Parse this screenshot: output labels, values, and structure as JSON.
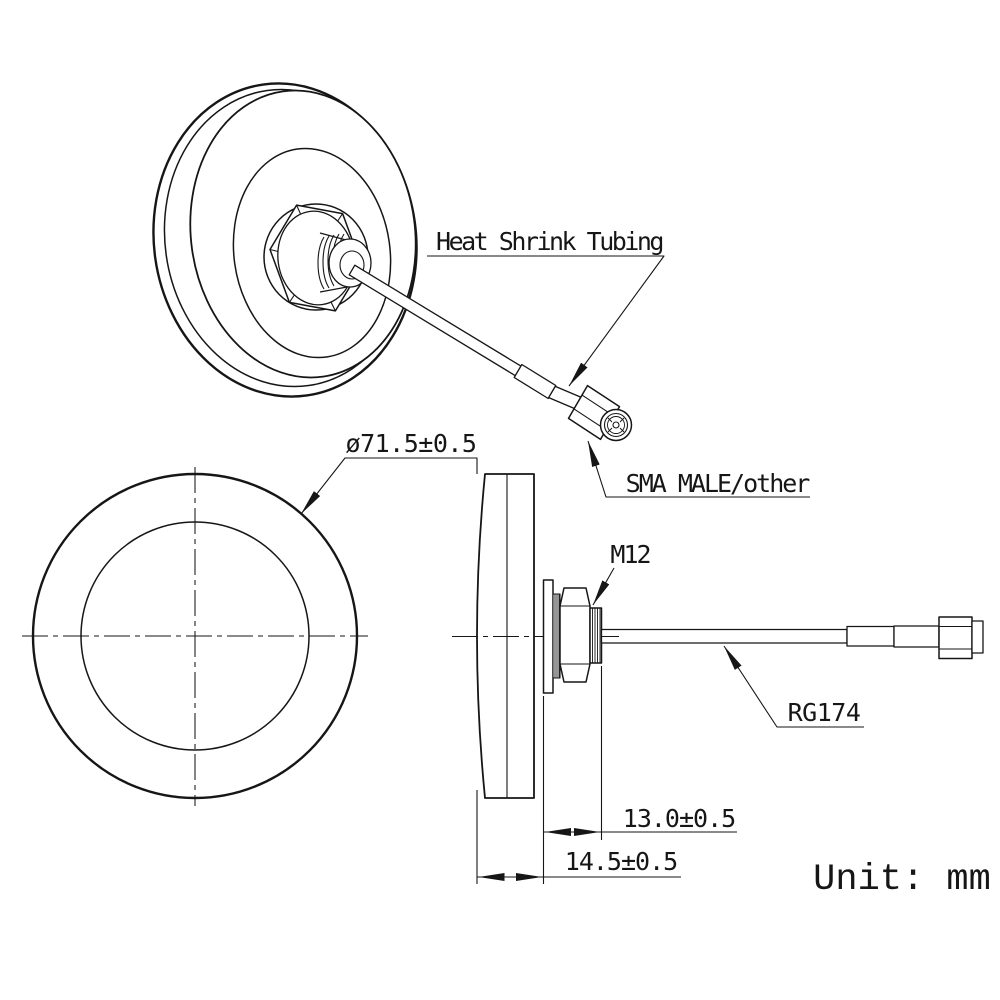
{
  "drawing": {
    "unit_note": "Unit: mm",
    "callouts": {
      "heat_shrink": "Heat Shrink Tubing",
      "sma_connector": "SMA MALE/other",
      "thread_size": "M12",
      "cable_type": "RG174"
    },
    "dimensions": {
      "outer_diameter": {
        "label": "ø71.5±0.5",
        "value_mm": 71.5,
        "tolerance_mm": 0.5
      },
      "mount_protrusion": {
        "label": "13.0±0.5",
        "value_mm": 13.0,
        "tolerance_mm": 0.5
      },
      "housing_thickness": {
        "label": "14.5±0.5",
        "value_mm": 14.5,
        "tolerance_mm": 0.5
      }
    },
    "colors": {
      "line": "#161616",
      "background": "#ffffff"
    }
  }
}
